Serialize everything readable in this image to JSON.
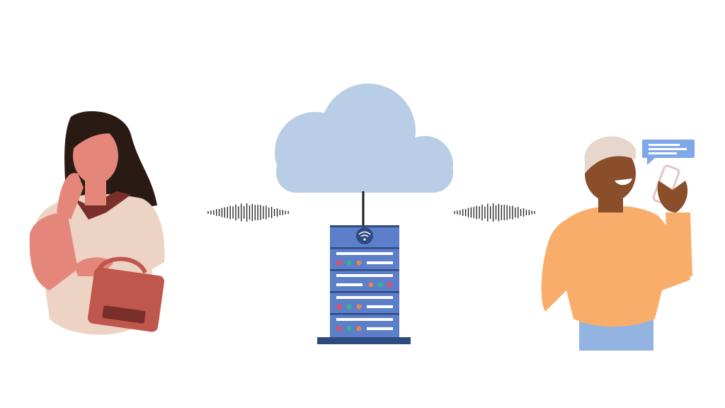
{
  "scene": {
    "background": "#ffffff",
    "elements": [
      "woman-on-phone",
      "sound-wave-left",
      "cloud",
      "server-rack",
      "sound-wave-right",
      "man-on-phone",
      "chat-bubble"
    ]
  },
  "colors": {
    "cloud": "#b9cde6",
    "server_body": "#5d7fc9",
    "server_dark": "#2f4a80",
    "led_red": "#ea4a5e",
    "led_green": "#3bb08f",
    "led_orange": "#e3874a",
    "woman_shirt": "#ecd3c4",
    "woman_skin": "#e4877a",
    "woman_hair": "#2a1a14",
    "bag": "#c0574c",
    "man_sweater": "#f9ad6a",
    "man_skin": "#8a4e2b",
    "man_beanie": "#e6d6cc",
    "man_jeans": "#93b3e0",
    "chat_bubble": "#7fa8ea"
  },
  "server": {
    "icon": "wifi-icon",
    "units": [
      {
        "leds": [
          "red",
          "green",
          "orange"
        ]
      },
      {
        "leds": [
          "orange",
          "green",
          "red"
        ]
      },
      {
        "leds": [
          "red",
          "green",
          "orange"
        ]
      },
      {
        "leds": [
          "red",
          "green",
          "orange"
        ]
      }
    ]
  }
}
